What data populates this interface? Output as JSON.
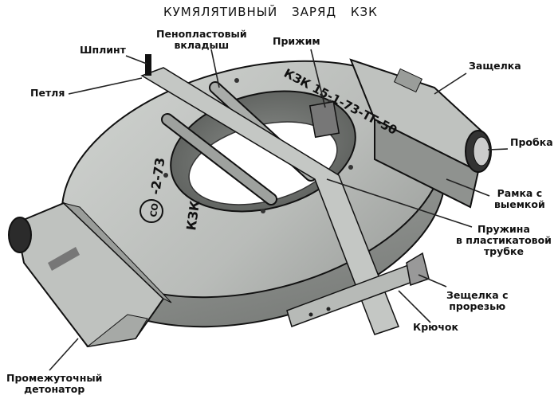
{
  "title": "КУМЯЛЯТИВНЫЙ ЗАРЯД КЗК",
  "markings": {
    "ring_top": "КЗК 15-1-73-ТГ-50",
    "ring_left_prefix": "КЗК",
    "ring_left_circle": "СО",
    "ring_left_suffix": "-2-73"
  },
  "labels": {
    "shplint": "Шплинт",
    "petlya": "Петля",
    "penoplast": [
      "Пенопластовый",
      "вкладыш"
    ],
    "prizhim": "Прижим",
    "zashchelka": "Защелка",
    "probka": "Пробка",
    "ramka": [
      "Рамка с",
      "выемкой"
    ],
    "pruzhina": [
      "Пружина",
      "в пластикатовой",
      "трубке"
    ],
    "zashchelka_proreз": [
      "Зещелка с",
      "прорезью"
    ],
    "kryuchok": "Крючок",
    "detonator": [
      "Промежуточный",
      "детонатор"
    ]
  }
}
